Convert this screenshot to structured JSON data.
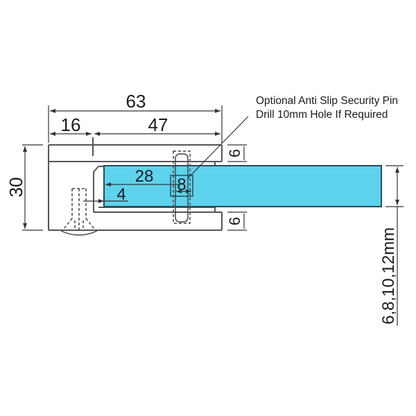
{
  "drawing": {
    "title": "Glass clamp technical drawing",
    "colors": {
      "glass_fill": "#5dd3ed",
      "glass_edge": "#2a4a55",
      "line": "#555555",
      "text": "#1a1a1a"
    },
    "dimensions": {
      "overall_width": "63",
      "left_section": "16",
      "right_section": "47",
      "height": "30",
      "pin_distance": "28",
      "edge_gap": "4",
      "pin_diameter": "8",
      "top_lip": "6",
      "bottom_lip": "6",
      "glass_thickness": "6,8,10,12mm"
    },
    "notes": {
      "line1": "Optional Anti Slip Security Pin",
      "line2": "Drill 10mm Hole If Required"
    }
  }
}
